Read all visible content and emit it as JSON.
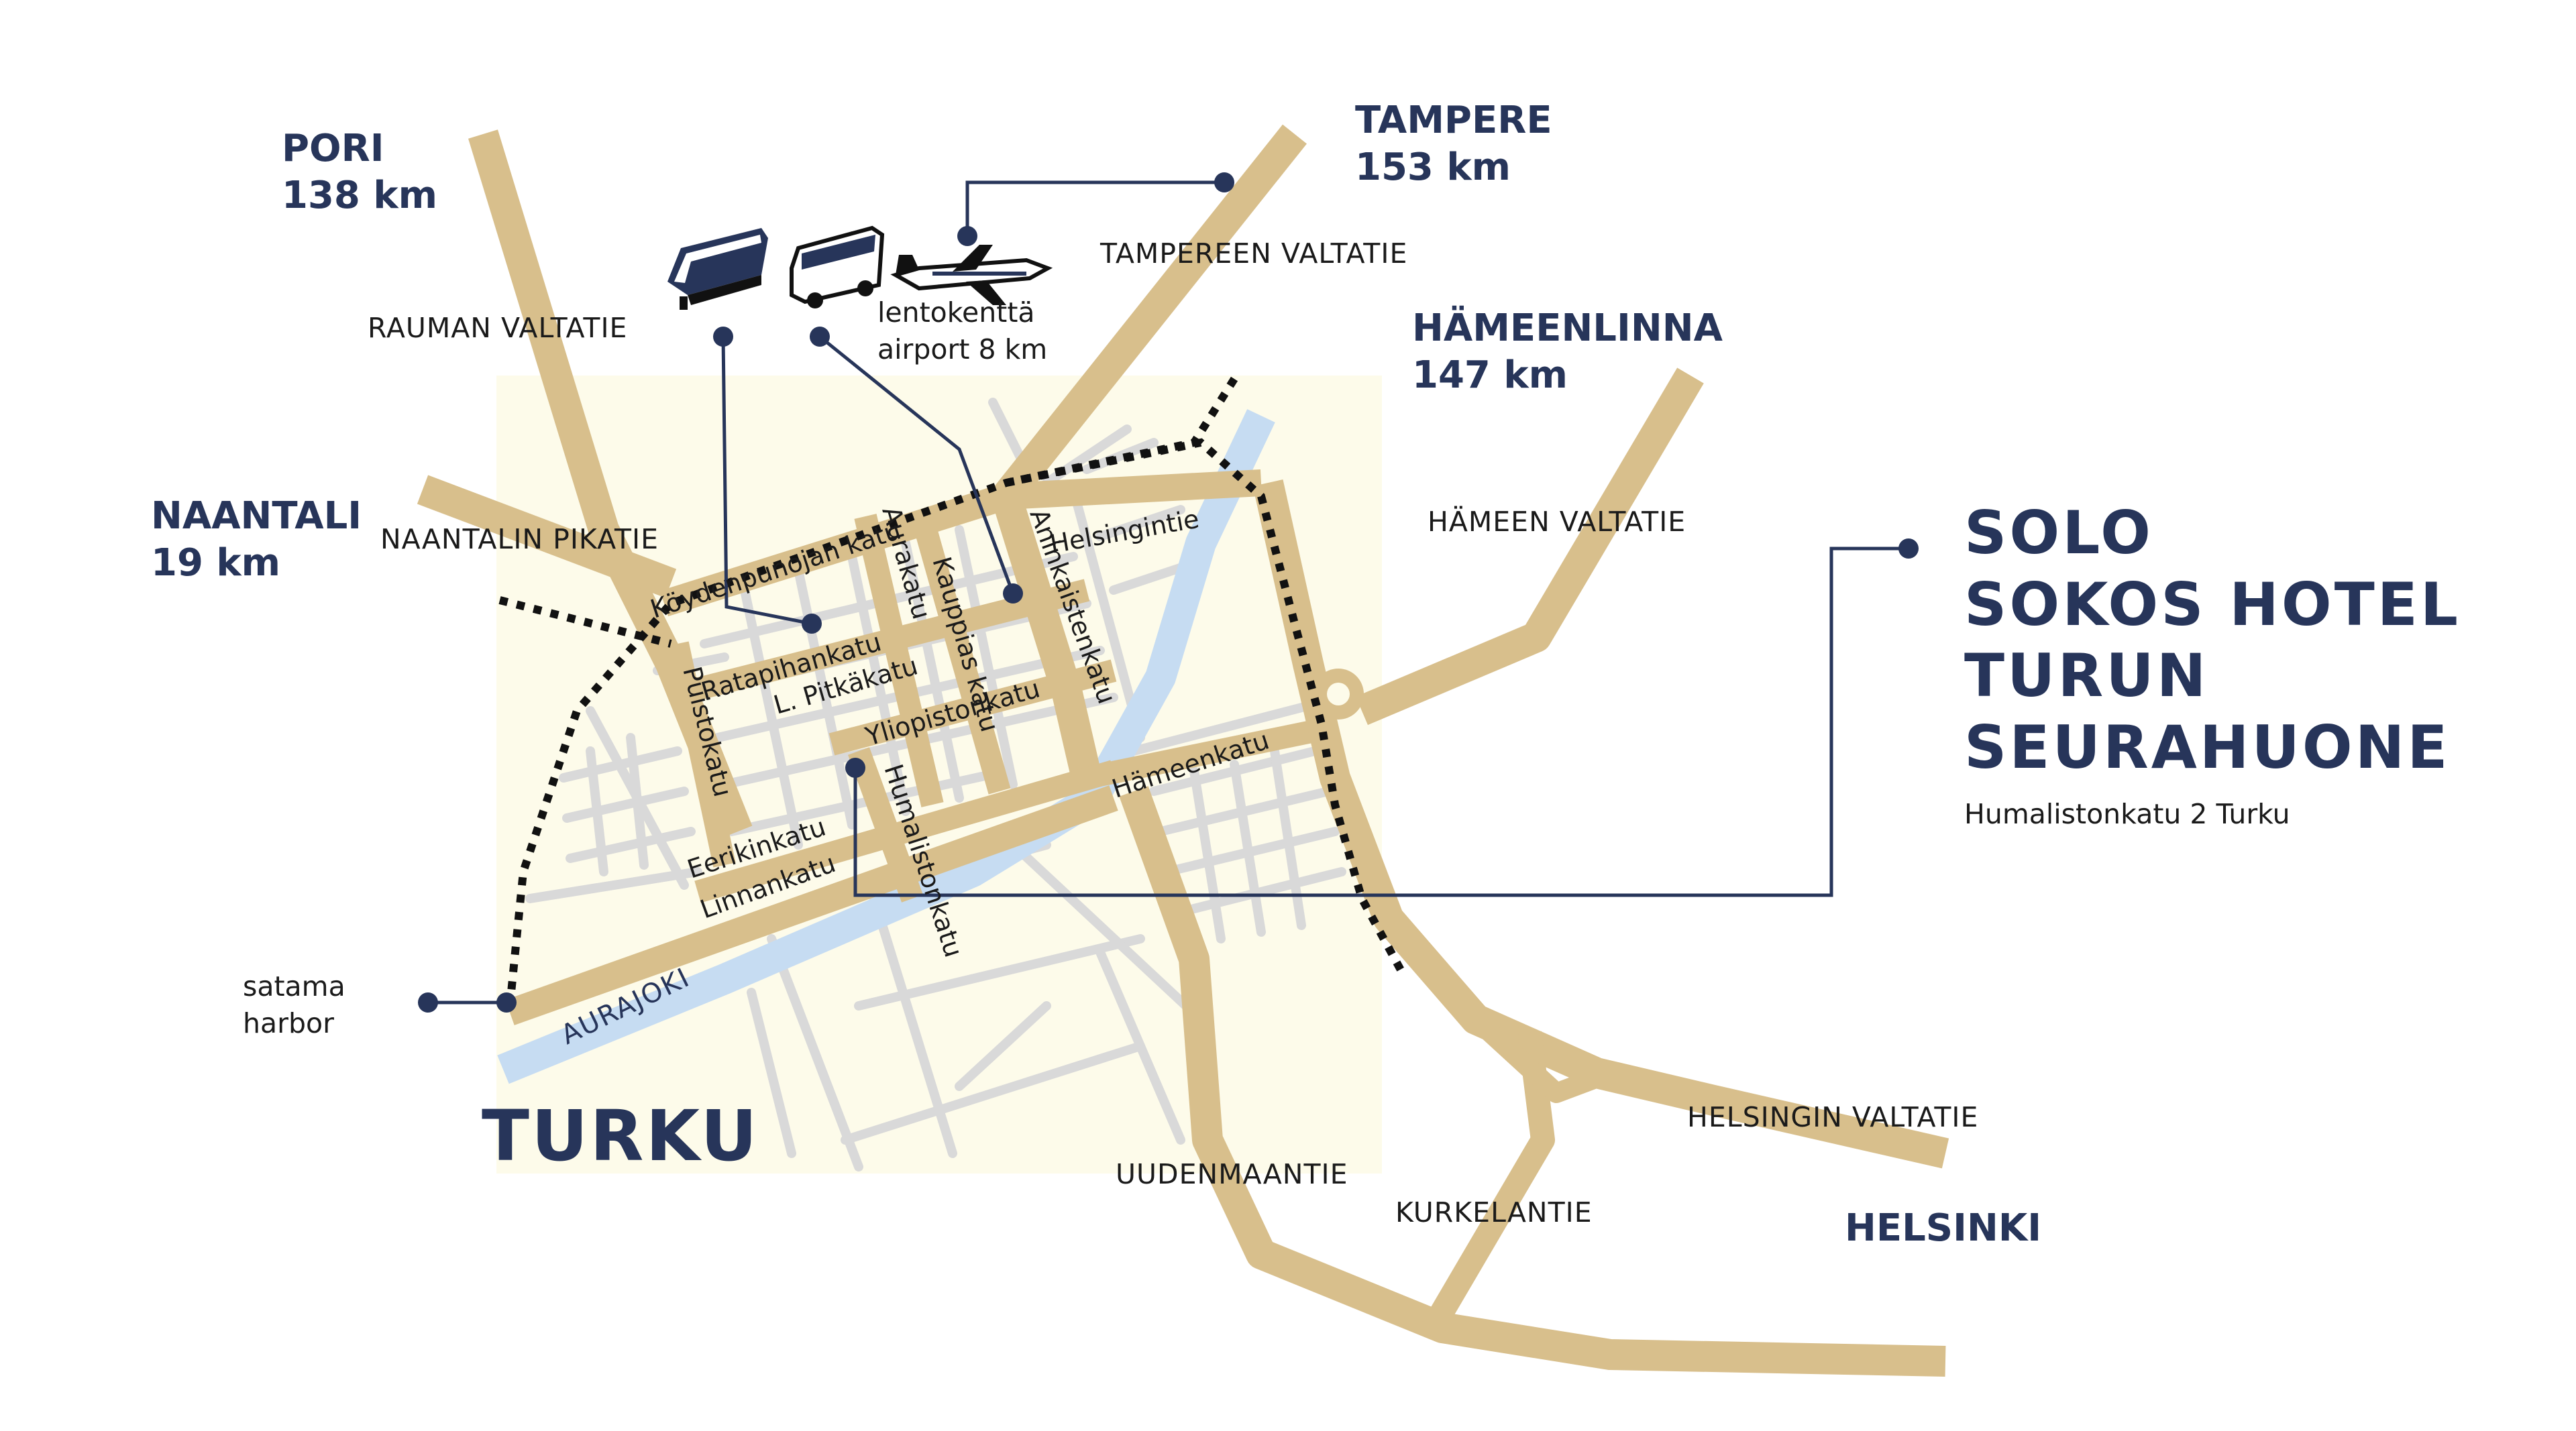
{
  "colors": {
    "background": "#ffffff",
    "city_area": "#fdfbea",
    "major_road": "#d8bf8c",
    "minor_street": "#d9d9d9",
    "river": "#c6dcf2",
    "ring_road": "#111111",
    "marker": "#27355a",
    "heading": "#27355a"
  },
  "destinations": {
    "pori": {
      "name": "PORI",
      "distance": "138 km"
    },
    "tampere": {
      "name": "TAMPERE",
      "distance": "153 km"
    },
    "hameenlinna": {
      "name": "HÄMEENLINNA",
      "distance": "147 km"
    },
    "naantali": {
      "name": "NAANTALI",
      "distance": "19 km"
    },
    "helsinki": {
      "name": "HELSINKI"
    }
  },
  "highways": {
    "rauman": "RAUMAN VALTATIE",
    "tampereen": "TAMPEREEN VALTATIE",
    "naantalin": "NAANTALIN PIKATIE",
    "hameen": "HÄMEEN VALTATIE",
    "helsingin": "HELSINGIN VALTATIE",
    "uudenmaantie": "UUDENMAANTIE",
    "kurkelantie": "KURKELANTIE"
  },
  "streets": {
    "koydenpunojankatu": "Köydenpunojan katu",
    "helsingintie": "Helsingintie",
    "aurakatu": "Aurakatu",
    "kauppiaskatu": "Kauppias katu",
    "aninkaistenkatu": "Aninkaistenkatu",
    "ratapihankatu": "Ratapihankatu",
    "l_pitkakatu": "L. Pitkäkatu",
    "puistokatu": "Puistokatu",
    "yliopistonkatu": "Yliopistonkatu",
    "hameenkatu": "Hämeenkatu",
    "humalistonkatu": "Humalistonkatu",
    "eerikinkatu": "Eerikinkatu",
    "linnankatu": "Linnankatu"
  },
  "river": "AURAJOKI",
  "city": "TURKU",
  "airport": {
    "line1": "lentokenttä",
    "line2": "airport  8 km"
  },
  "harbor": {
    "line1": "satama",
    "line2": "harbor"
  },
  "hotel": {
    "line1": "SOLO",
    "line2": "SOKOS HOTEL",
    "line3": "TURUN",
    "line4": "SEURAHUONE",
    "address": "Humalistonkatu 2  Turku"
  },
  "icons": [
    "train-icon",
    "bus-icon",
    "airplane-icon"
  ]
}
